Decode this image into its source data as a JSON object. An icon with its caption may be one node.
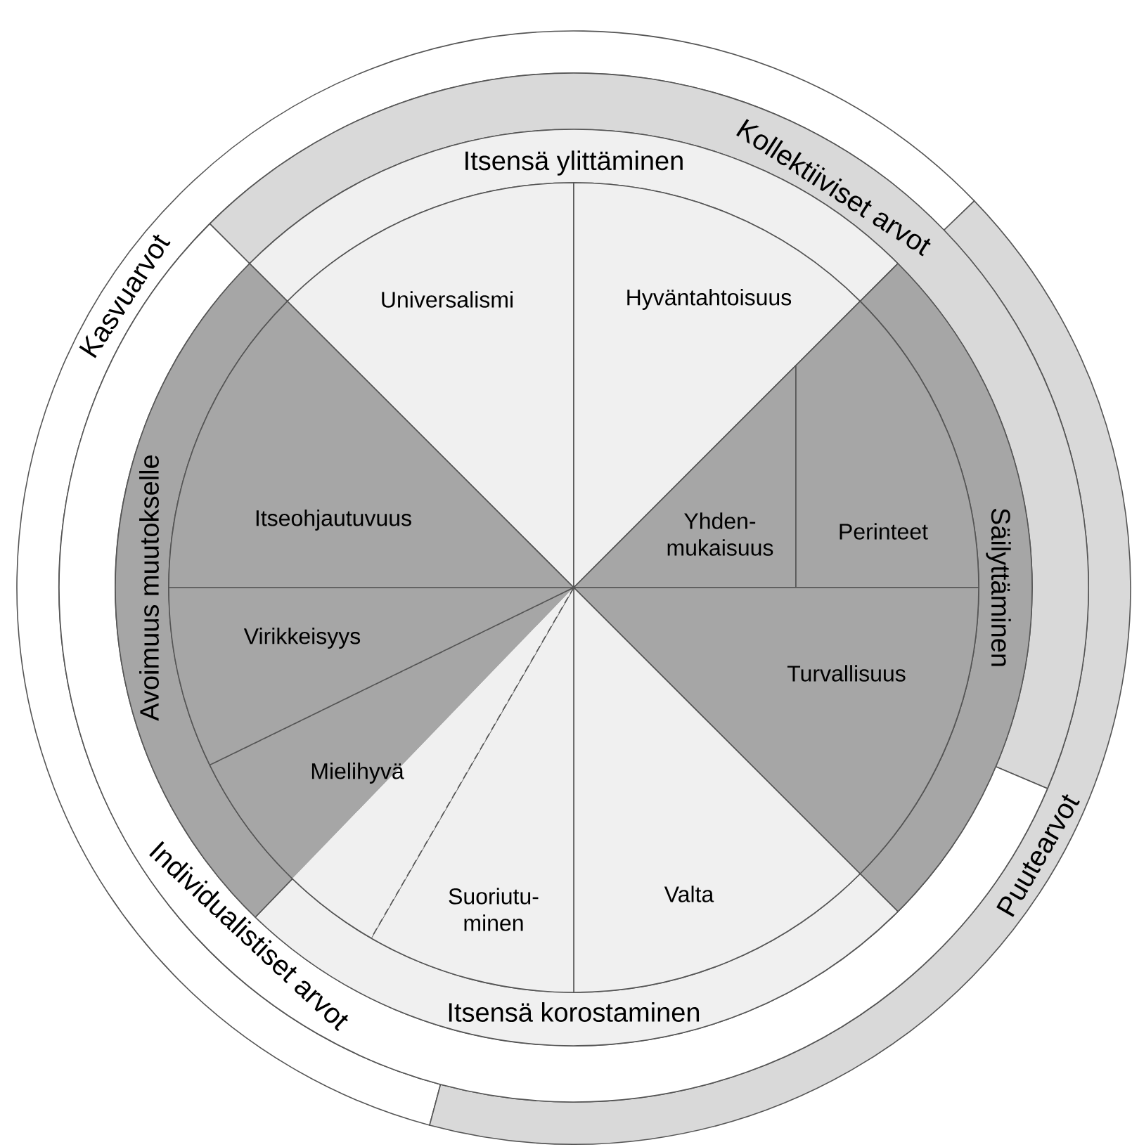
{
  "diagram": {
    "nodes": [
      {
        "text": [
          "Kasvuarvot"
        ]
      },
      {
        "text": [
          "Puutearvot"
        ]
      },
      {
        "text": [
          "Kollektiiviset arvot"
        ]
      },
      {
        "text": [
          "Individualistiset arvot"
        ]
      },
      {
        "text": [
          "Itsensä ylittäminen"
        ]
      },
      {
        "text": [
          "Säilyttäminen"
        ]
      },
      {
        "text": [
          "Itsensä korostaminen"
        ]
      },
      {
        "text": [
          "Avoimuus muutokselle"
        ]
      },
      {
        "text": [
          "Universalismi"
        ]
      },
      {
        "text": [
          "Hyväntahtoisuus"
        ]
      },
      {
        "text": [
          "Yhden- mukaisuus"
        ]
      },
      {
        "text": [
          "Perinteet"
        ]
      },
      {
        "text": [
          "Turvallisuus"
        ]
      },
      {
        "text": [
          "Valta"
        ]
      },
      {
        "text": [
          "Suoriutu- minen"
        ]
      },
      {
        "text": [
          "Mielihyvä"
        ]
      },
      {
        "text": [
          "Virikkeisyys"
        ]
      },
      {
        "text": [
          "Itseohjautuvuus"
        ]
      }
    ]
  }
}
